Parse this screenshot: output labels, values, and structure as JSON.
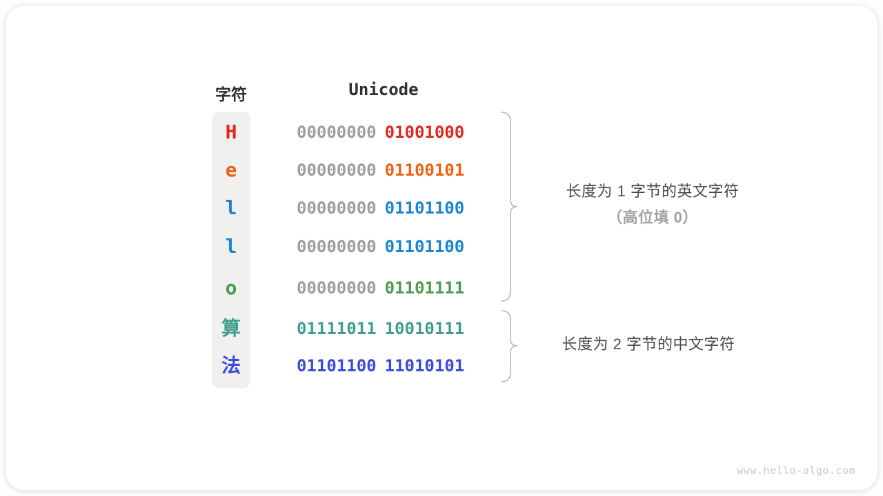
{
  "page": {
    "watermark": "www.hello-algo.com"
  },
  "table": {
    "char_header": "字符",
    "unicode_header": "Unicode",
    "rows": [
      {
        "char": "H",
        "color": "#e0281e",
        "bytes": [
          {
            "text": "00000000",
            "color": "#9e9e9e"
          },
          {
            "text": "01001000",
            "color": "#e0281e"
          }
        ]
      },
      {
        "char": "e",
        "color": "#ee6211",
        "bytes": [
          {
            "text": "00000000",
            "color": "#9e9e9e"
          },
          {
            "text": "01100101",
            "color": "#ee6211"
          }
        ]
      },
      {
        "char": "l",
        "color": "#1b85d0",
        "bytes": [
          {
            "text": "00000000",
            "color": "#9e9e9e"
          },
          {
            "text": "01101100",
            "color": "#1b85d0"
          }
        ]
      },
      {
        "char": "l",
        "color": "#1b85d0",
        "bytes": [
          {
            "text": "00000000",
            "color": "#9e9e9e"
          },
          {
            "text": "01101100",
            "color": "#1b85d0"
          }
        ]
      },
      {
        "char": "o",
        "color": "#4c9b50",
        "bytes": [
          {
            "text": "00000000",
            "color": "#9e9e9e"
          },
          {
            "text": "01101111",
            "color": "#4c9b50"
          }
        ]
      },
      {
        "char": "算",
        "color": "#3f9e90",
        "bytes": [
          {
            "text": "01111011",
            "color": "#3f9e90"
          },
          {
            "text": "10010111",
            "color": "#3f9e90"
          }
        ]
      },
      {
        "char": "法",
        "color": "#3b4bd8",
        "bytes": [
          {
            "text": "01101100",
            "color": "#3b4bd8"
          },
          {
            "text": "11010101",
            "color": "#3b4bd8"
          }
        ]
      }
    ]
  },
  "annotations": [
    {
      "lines": [
        {
          "text": "长度为 1 字节的英文字符",
          "muted": false
        },
        {
          "text": "（高位填 0）",
          "muted": true
        }
      ]
    },
    {
      "lines": [
        {
          "text": "长度为 2 字节的中文字符",
          "muted": false
        }
      ]
    }
  ],
  "colors": {
    "leading_zeros": "#9e9e9e",
    "brace": "#b7b7b7",
    "header_text": "#2f2f2f",
    "annotation_text": "#4a4a4a",
    "annotation_muted": "#a2a2a2",
    "char_column_bg": "#f0f0ef"
  }
}
